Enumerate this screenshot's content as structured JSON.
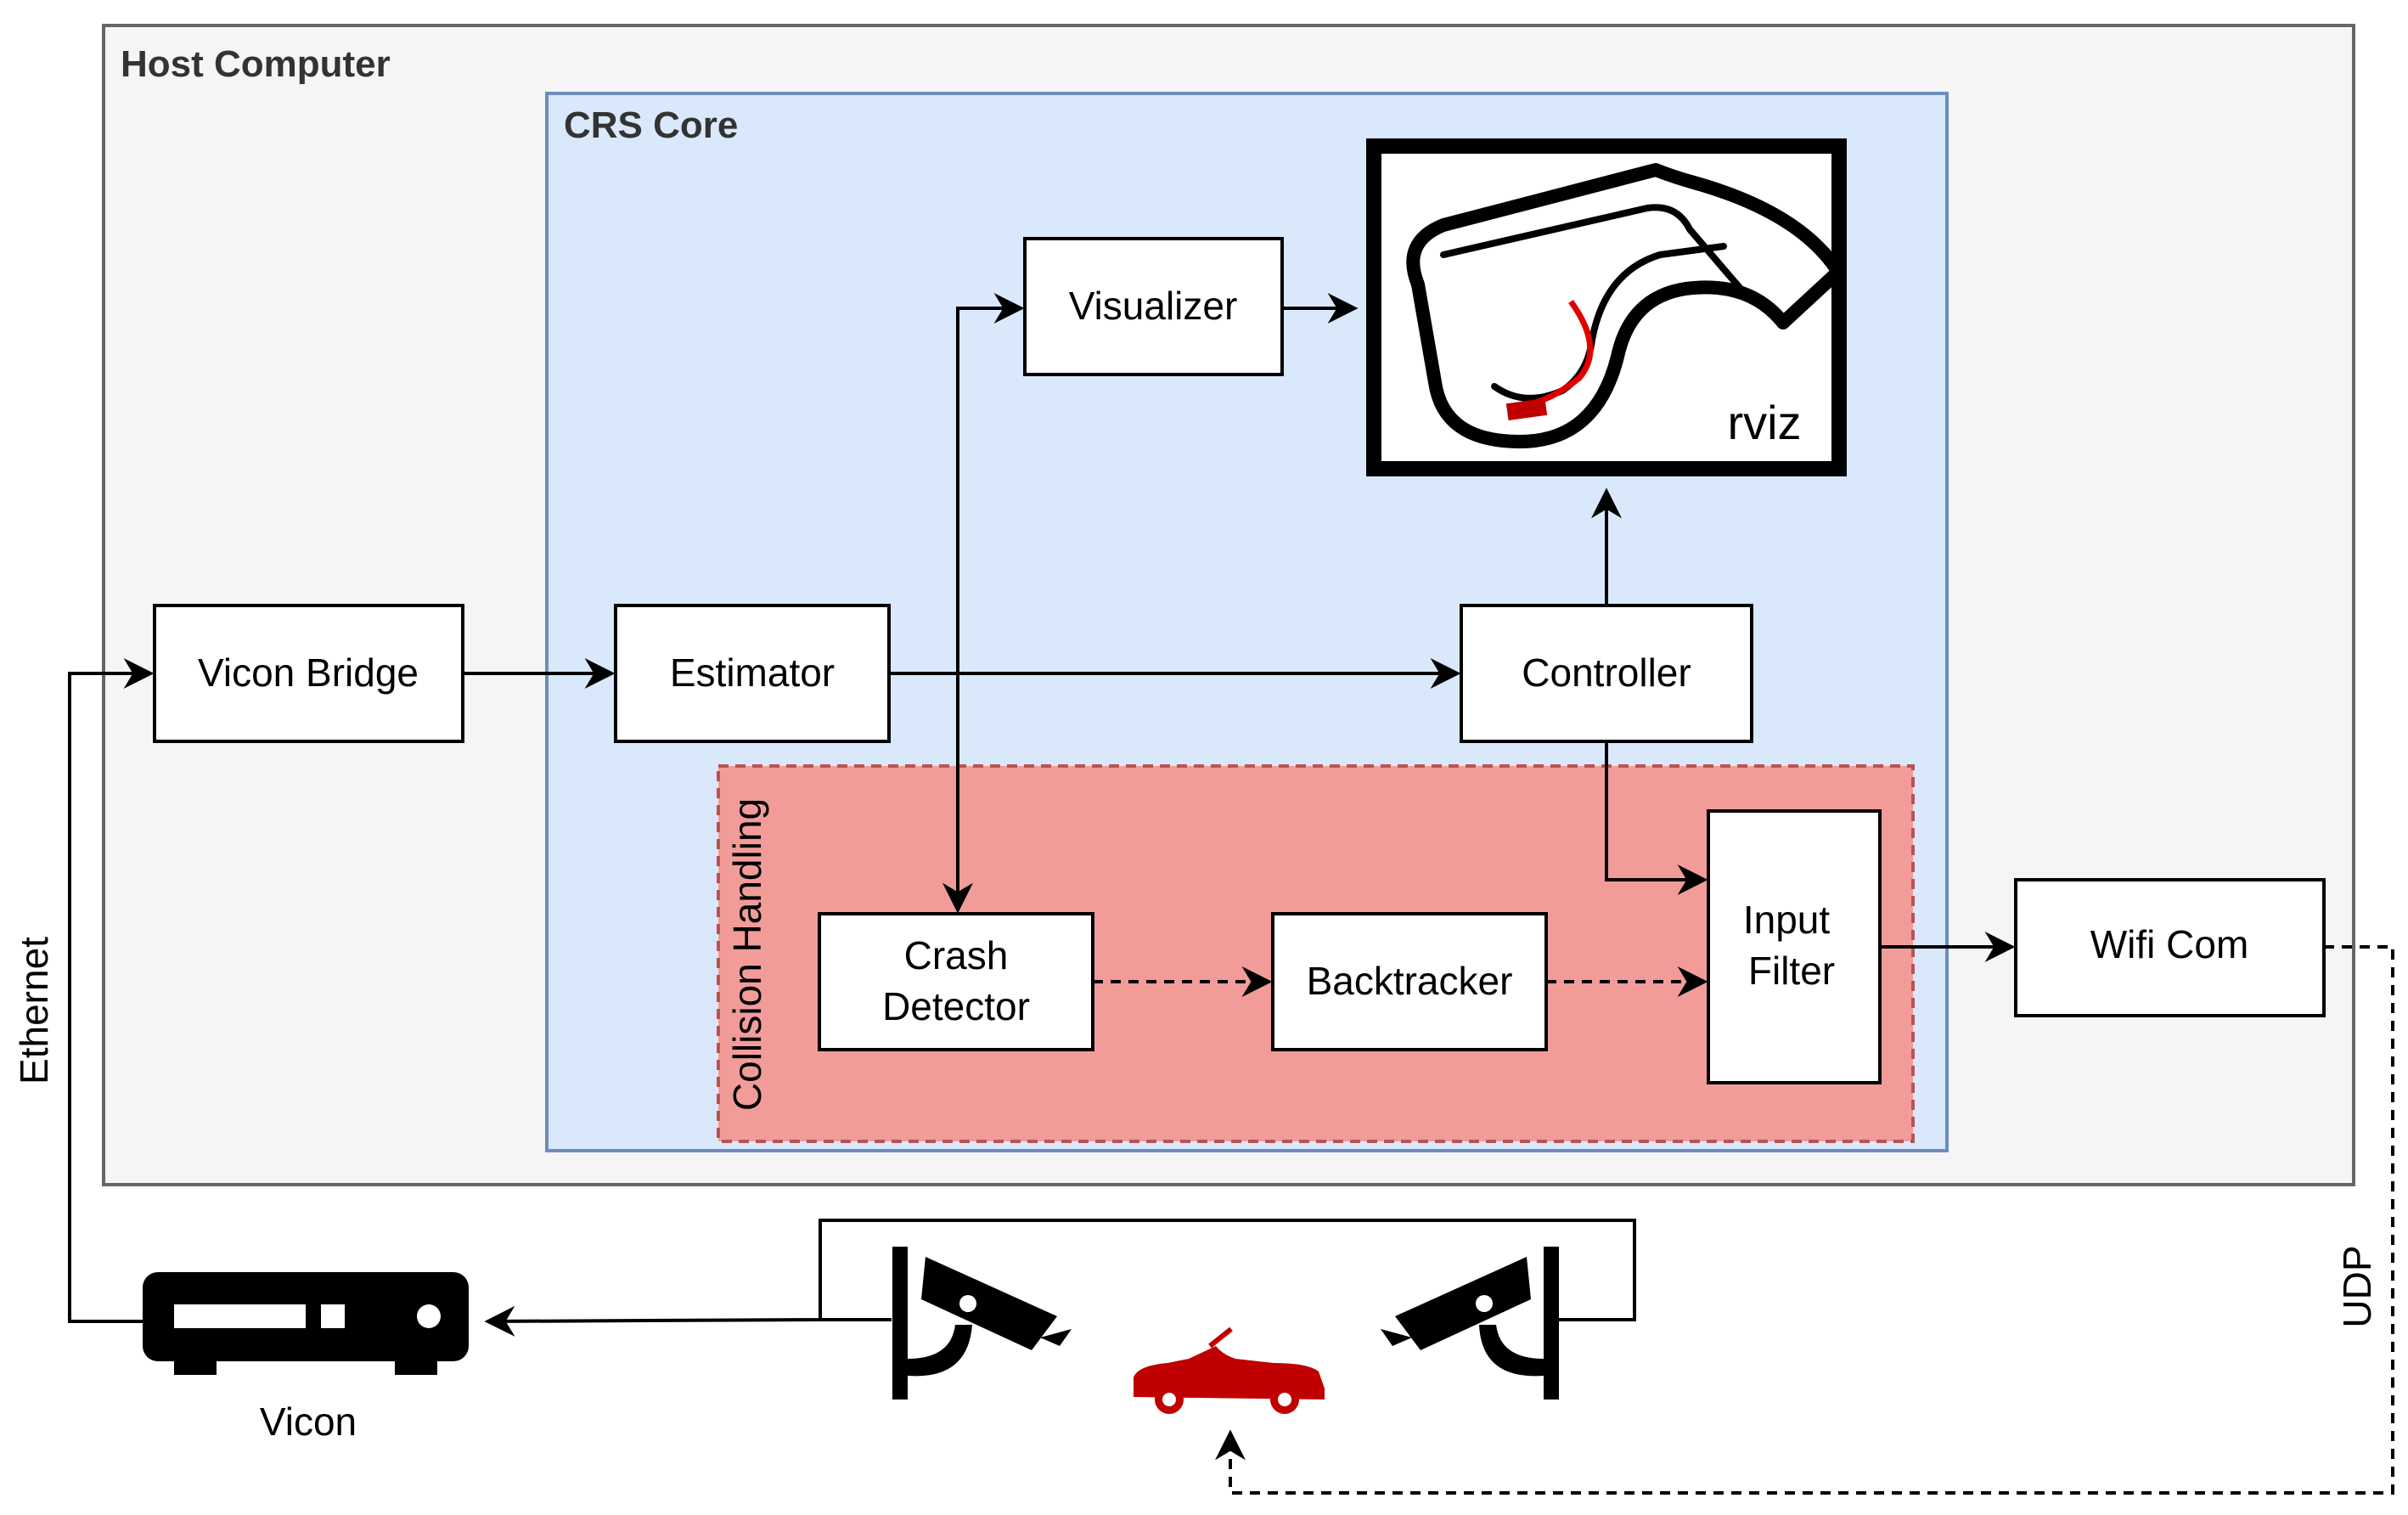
{
  "groups": {
    "host": "Host Computer",
    "core": "CRS Core",
    "collision": "Collision Handling"
  },
  "nodes": {
    "vicon_bridge": "Vicon Bridge",
    "estimator": "Estimator",
    "visualizer": "Visualizer",
    "controller": "Controller",
    "crash_detector": [
      "Crash",
      "Detector"
    ],
    "backtracker": "Backtracker",
    "input_filter": [
      "Input",
      "Filter"
    ],
    "wifi_com": "Wifi Com",
    "rviz": "rviz",
    "vicon": "Vicon"
  },
  "links": {
    "ethernet": "Ethernet",
    "udp": "UDP"
  },
  "colors": {
    "host_fill": "#f5f5f5",
    "host_stroke": "#666666",
    "core_fill": "#dae8fc",
    "core_stroke": "#6c8ebf",
    "collision_fill": "#f19c99",
    "collision_stroke": "#b85450",
    "car": "#c00000"
  }
}
